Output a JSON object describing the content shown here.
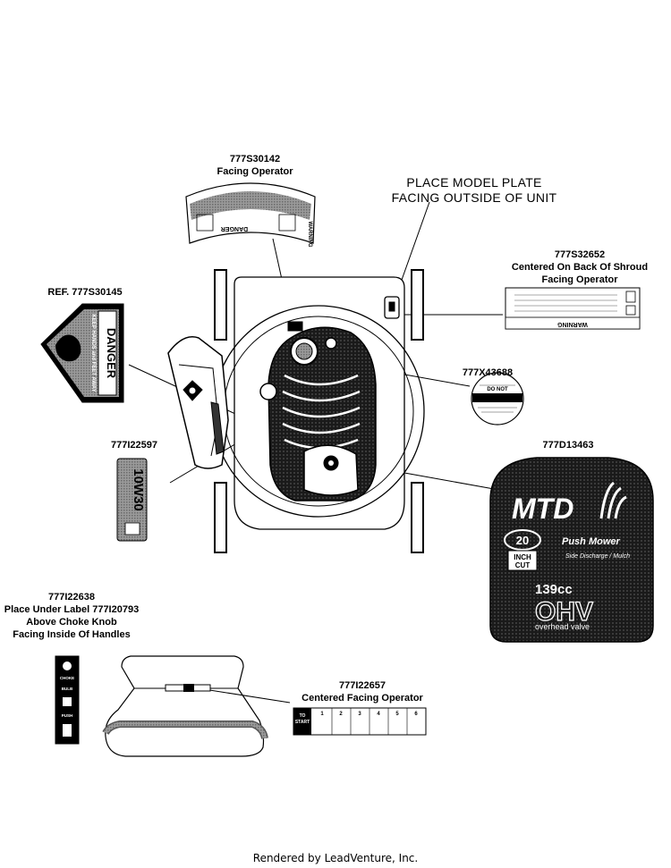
{
  "callouts": {
    "c1_part": "777S30142",
    "c1_desc": "Facing Operator",
    "c2_line1": "PLACE MODEL PLATE",
    "c2_line2": "FACING OUTSIDE OF UNIT",
    "c3_part": "777S32652",
    "c3_line1": "Centered On Back Of Shroud",
    "c3_line2": "Facing Operator",
    "c4_part": "REF. 777S30145",
    "c5_part": "777X43688",
    "c6_part": "777I22597",
    "c7_part": "777D13463",
    "c8_part": "777I22638",
    "c8_line1": "Place Under Label 777I20793",
    "c8_line2": "Above Choke Knob",
    "c8_line3": "Facing Inside Of Handles",
    "c9_part": "777I22657",
    "c9_desc": "Centered Facing Operator"
  },
  "decals": {
    "danger_title": "DANGER",
    "danger_text": "KEEP HANDS and FEET AWAY",
    "warning_word": "WARNING",
    "oil_label": "10W30",
    "brand": "MTD",
    "size_num": "20",
    "size_unit1": "INCH",
    "size_unit2": "CUT",
    "product": "Push Mower",
    "product_sub": "Side Discharge / Mulch",
    "displacement": "139cc",
    "engine": "OHV",
    "engine_sub": "overhead valve",
    "start_title1": "TO",
    "start_title2": "START",
    "choke_text": "CHOKE",
    "bulb_text": "BULB",
    "push_text": "PUSH",
    "step_numbers": [
      "1",
      "2",
      "3",
      "4",
      "5",
      "6"
    ],
    "do_not_text": "DO NOT"
  },
  "footer": "Rendered by LeadVenture, Inc."
}
